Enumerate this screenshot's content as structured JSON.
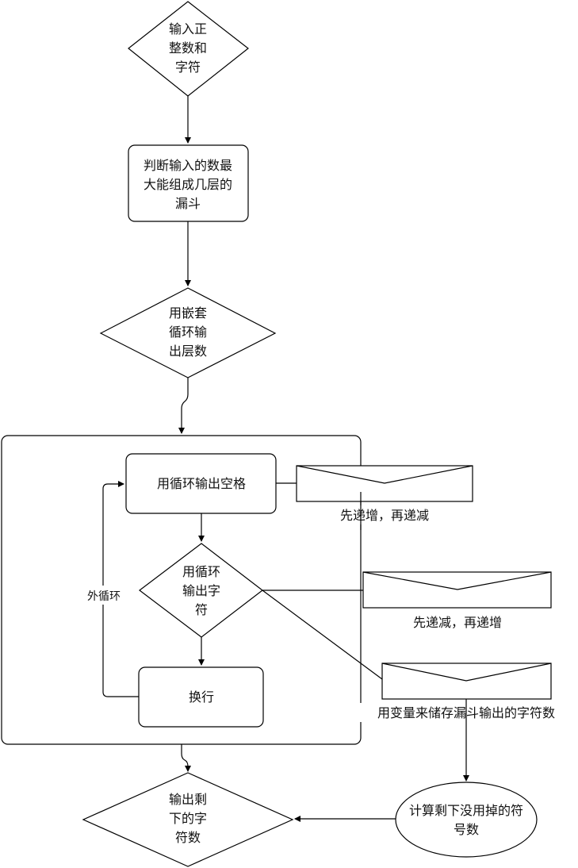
{
  "diagram": {
    "nodes": {
      "input": {
        "shape": "diamond",
        "lines": [
          "输入正",
          "整数和",
          "字符"
        ]
      },
      "judge": {
        "shape": "rounded-rect",
        "lines": [
          "判断输入的数最",
          "大能组成几层的",
          "漏斗"
        ]
      },
      "nested_loop": {
        "shape": "diamond",
        "lines": [
          "用嵌套",
          "循环输",
          "出层数"
        ]
      },
      "loop_container": {
        "shape": "rounded-rect-container"
      },
      "print_spaces": {
        "shape": "rounded-rect",
        "lines": [
          "用循环输出空格"
        ]
      },
      "print_chars": {
        "shape": "diamond",
        "lines": [
          "用循环",
          "输出字",
          "符"
        ]
      },
      "newline": {
        "shape": "rounded-rect",
        "lines": [
          "换行"
        ]
      },
      "output_remaining": {
        "shape": "diamond",
        "lines": [
          "输出剩",
          "下的字",
          "符数"
        ]
      },
      "calc_remaining": {
        "shape": "ellipse",
        "lines": [
          "计算剩下没用掉的符",
          "号数"
        ]
      }
    },
    "notes": [
      {
        "id": "note_spaces",
        "text": "先递增，再递减",
        "attached_to": "print_spaces"
      },
      {
        "id": "note_chars",
        "text": "先递减，再递增",
        "attached_to": "print_chars"
      },
      {
        "id": "note_counter",
        "text": "用变量来储存漏斗输出的字符数",
        "attached_to": "print_chars"
      }
    ],
    "edge_labels": {
      "outer_loop": "外循环"
    },
    "edges": [
      {
        "from": "input",
        "to": "judge"
      },
      {
        "from": "judge",
        "to": "nested_loop"
      },
      {
        "from": "nested_loop",
        "to": "loop_container"
      },
      {
        "from": "print_spaces",
        "to": "print_chars"
      },
      {
        "from": "print_chars",
        "to": "newline"
      },
      {
        "from": "newline",
        "to": "print_spaces",
        "label": "外循环"
      },
      {
        "from": "loop_container",
        "to": "output_remaining"
      },
      {
        "from": "note_counter",
        "to": "calc_remaining"
      },
      {
        "from": "calc_remaining",
        "to": "output_remaining"
      }
    ],
    "colors": {
      "stroke": "#000000",
      "fill": "#ffffff",
      "text": "#111111"
    }
  }
}
